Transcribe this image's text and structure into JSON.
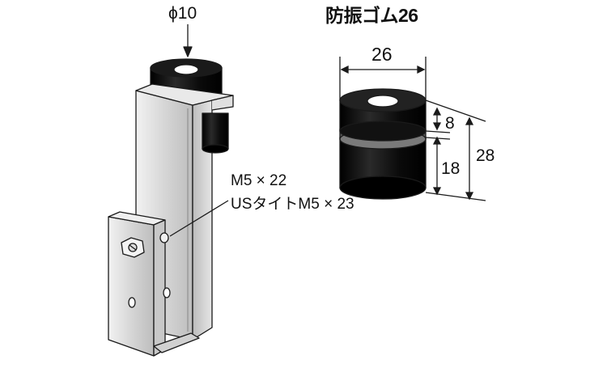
{
  "labels": {
    "phi_label": "ϕ10",
    "rubber_title": "防振ゴム26",
    "width_label": "26",
    "height_small_label": "8",
    "height_lower_label": "18",
    "height_total_label": "28",
    "screw_line1": "M5 × 22",
    "screw_line2": "USタイトM5 × 23"
  },
  "colors": {
    "rubber": "#111111",
    "metal": "#d9d9d9",
    "line": "#1a1a1a"
  }
}
